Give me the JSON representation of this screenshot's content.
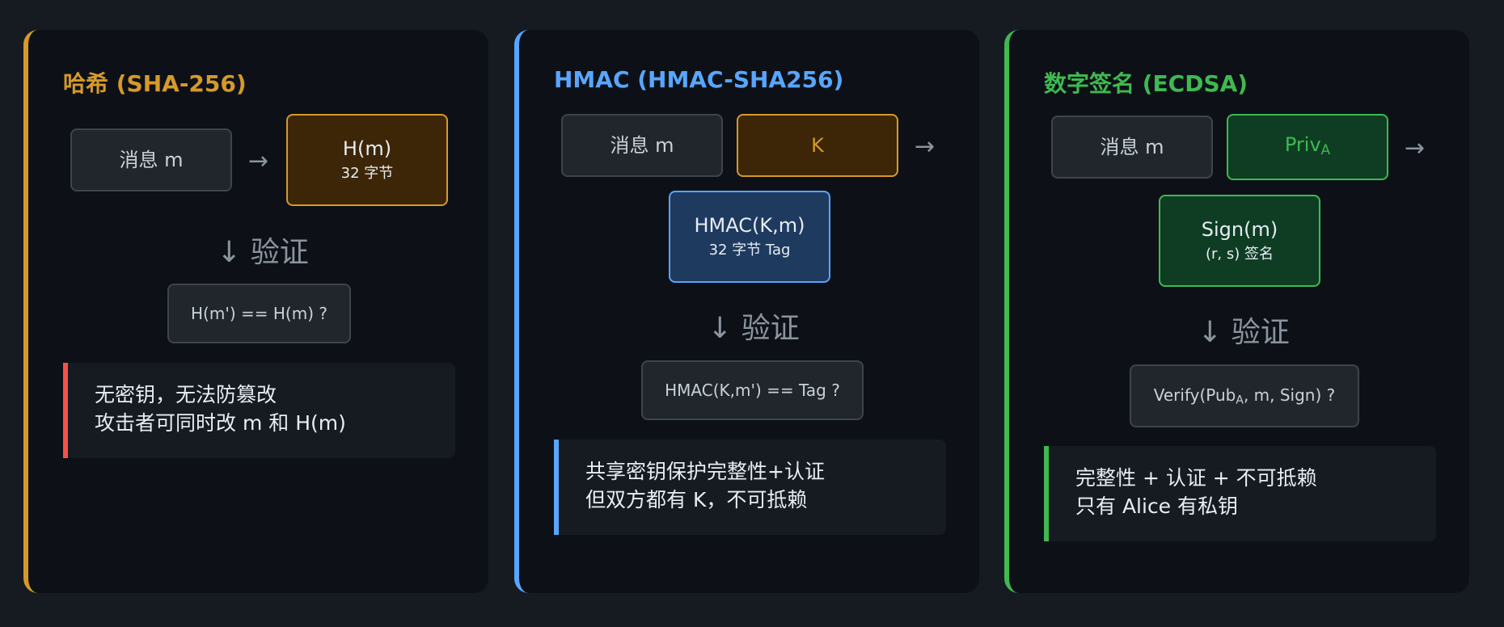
{
  "panels": [
    {
      "title": "哈希 (SHA-256)",
      "accent": "#d6992b",
      "input": "消息 m",
      "arrow": "→",
      "output_main": "H(m)",
      "output_sub": "32 字节",
      "verify_label": "↓ 验证",
      "check": "H(m') == H(m) ?",
      "note_lines": [
        "无密钥，无法防篡改",
        "攻击者可同时改 m 和 H(m)"
      ],
      "note_color": "#f85149"
    },
    {
      "title": "HMAC (HMAC-SHA256)",
      "accent": "#58a6ff",
      "input": "消息 m",
      "key": "K",
      "arrow": "→",
      "output_main": "HMAC(K,m)",
      "output_sub": "32 字节 Tag",
      "verify_label": "↓ 验证",
      "check": "HMAC(K,m') == Tag ?",
      "note_lines": [
        "共享密钥保护完整性+认证",
        "但双方都有 K，不可抵赖"
      ],
      "note_color": "#58a6ff"
    },
    {
      "title": "数字签名 (ECDSA)",
      "accent": "#3fb950",
      "input": "消息 m",
      "key_main": "Priv",
      "key_sub": "A",
      "arrow": "→",
      "output_main": "Sign(m)",
      "output_sub": "(r, s) 签名",
      "verify_label": "↓ 验证",
      "check_pre": "Verify(Pub",
      "check_sub": "A",
      "check_post": ", m, Sign) ?",
      "note_lines": [
        "完整性 + 认证 + 不可抵赖",
        "只有 Alice 有私钥"
      ],
      "note_color": "#3fb950"
    }
  ]
}
